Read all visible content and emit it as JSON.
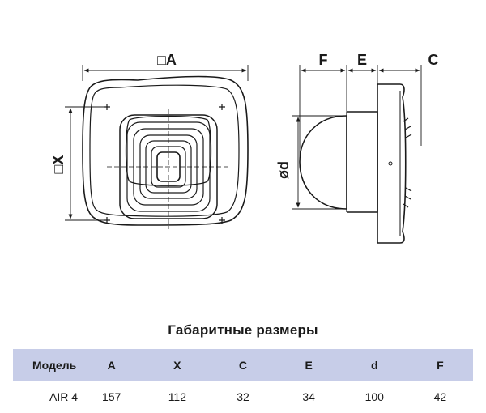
{
  "drawing": {
    "front_view": {
      "width_label": "□A",
      "height_label": "□X"
    },
    "side_view": {
      "labels": {
        "f": "F",
        "e": "E",
        "c": "C",
        "d": "ød"
      }
    }
  },
  "table": {
    "title": "Габаритные размеры",
    "headers": [
      "Модель",
      "A",
      "X",
      "C",
      "E",
      "d",
      "F"
    ],
    "rows": [
      [
        "AIR 4",
        "157",
        "112",
        "32",
        "34",
        "100",
        "42"
      ]
    ],
    "header_bg": "#c7cde8"
  }
}
